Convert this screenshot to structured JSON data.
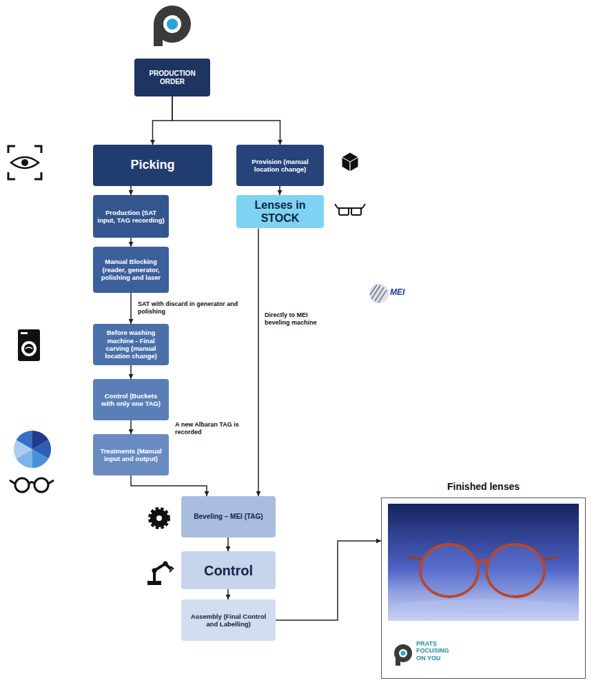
{
  "diagram": {
    "nodes": [
      {
        "text": [
          "PRODUCTION ORDER"
        ]
      },
      {
        "text": [
          "Picking"
        ]
      },
      {
        "text": [
          "Provision (manual location change)"
        ]
      },
      {
        "text": [
          "Production (SAT input, TAG recording)"
        ]
      },
      {
        "text": [
          "Lenses in STOCK"
        ]
      },
      {
        "text": [
          "Manual Blocking (reader, generator, polishing and laser"
        ]
      },
      {
        "text": [
          "Before washing machine - Final carving (manual location change)"
        ]
      },
      {
        "text": [
          "Control (Buckets with only one TAG)"
        ]
      },
      {
        "text": [
          "Treatments (Manual input and output)"
        ]
      },
      {
        "text": [
          "Beveling – MEI (TAG)"
        ]
      },
      {
        "text": [
          "Control"
        ]
      },
      {
        "text": [
          "Assembly (Final Control and Labelling)"
        ]
      },
      {
        "text": [
          "Finished lenses",
          "PRATS FOCUSING ON YOU"
        ]
      }
    ],
    "edges": [
      {
        "from": 0,
        "to": 1,
        "arrow": "to"
      },
      {
        "from": 0,
        "to": 2,
        "arrow": "to"
      },
      {
        "from": 1,
        "to": 3,
        "arrow": "to"
      },
      {
        "from": 2,
        "to": 4,
        "arrow": "to"
      },
      {
        "from": 3,
        "to": 5,
        "arrow": "to"
      },
      {
        "from": 5,
        "to": 6,
        "label": "SAT with discard in generator and polishing",
        "arrow": "to"
      },
      {
        "from": 6,
        "to": 7,
        "arrow": "to"
      },
      {
        "from": 7,
        "to": 8,
        "label": "A new Albaran TAG is recorded",
        "arrow": "to"
      },
      {
        "from": 8,
        "to": 9,
        "arrow": "to"
      },
      {
        "from": 4,
        "to": 9,
        "label": "Directly to MEI beveling machine",
        "arrow": "to"
      },
      {
        "from": 9,
        "to": 10,
        "arrow": "to"
      },
      {
        "from": 10,
        "to": 11,
        "arrow": "to"
      },
      {
        "from": 11,
        "to": 12,
        "arrow": "to"
      }
    ],
    "labels": [
      "MEI"
    ]
  }
}
